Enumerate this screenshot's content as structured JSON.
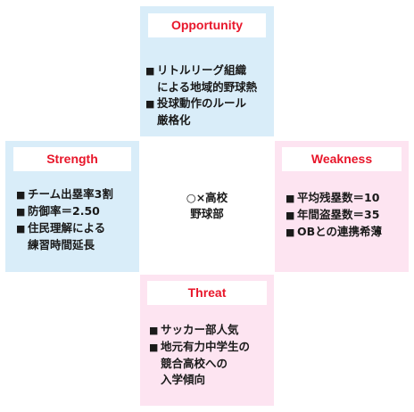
{
  "center": {
    "line1": "○×高校",
    "line2": "野球部"
  },
  "opportunity": {
    "title": "Opportunity",
    "items": [
      "リトルリーグ組織\nによる地域的野球熱",
      "投球動作のルール\n厳格化"
    ],
    "bg": "#d9edf9"
  },
  "strength": {
    "title": "Strength",
    "items": [
      "チーム出塁率3割",
      "防御率＝2.50",
      "住民理解による\n練習時間延長"
    ],
    "bg": "#d9edf9"
  },
  "weakness": {
    "title": "Weakness",
    "items": [
      "平均残塁数＝10",
      "年間盗塁数＝35",
      "OBとの連携希薄"
    ],
    "bg": "#fde4f1"
  },
  "threat": {
    "title": "Threat",
    "items": [
      "サッカー部人気",
      "地元有力中学生の\n競合高校への\n入学傾向"
    ],
    "bg": "#fde4f1"
  },
  "colors": {
    "title_text": "#e8162a",
    "body_text": "#1a1a1a",
    "title_box": "#ffffff"
  }
}
